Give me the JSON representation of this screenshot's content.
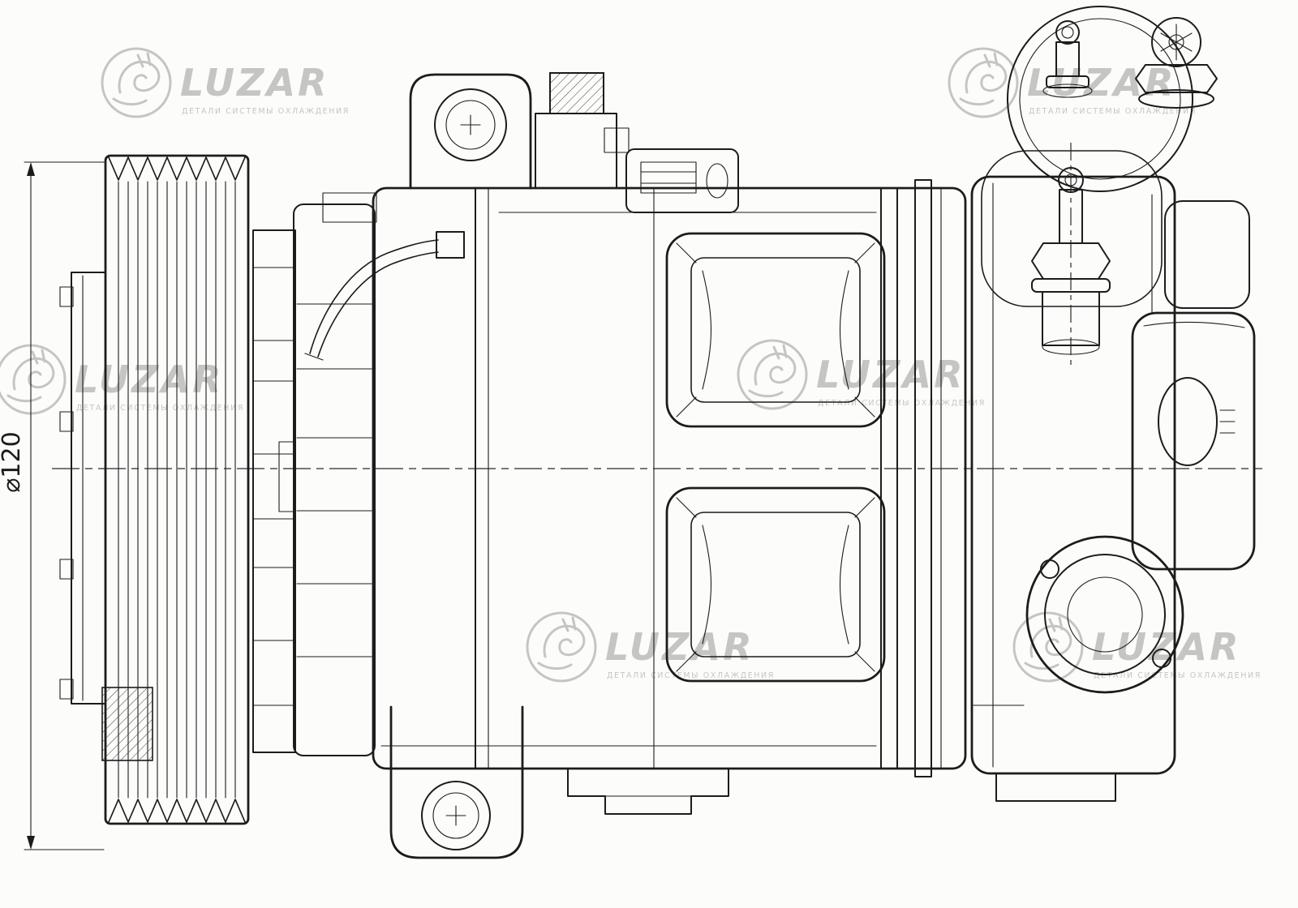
{
  "drawing": {
    "dimension_label": "⌀120"
  },
  "watermark": {
    "brand": "LUZAR",
    "tagline": "ДЕТАЛИ СИСТЕМЫ ОХЛАЖДЕНИЯ"
  }
}
